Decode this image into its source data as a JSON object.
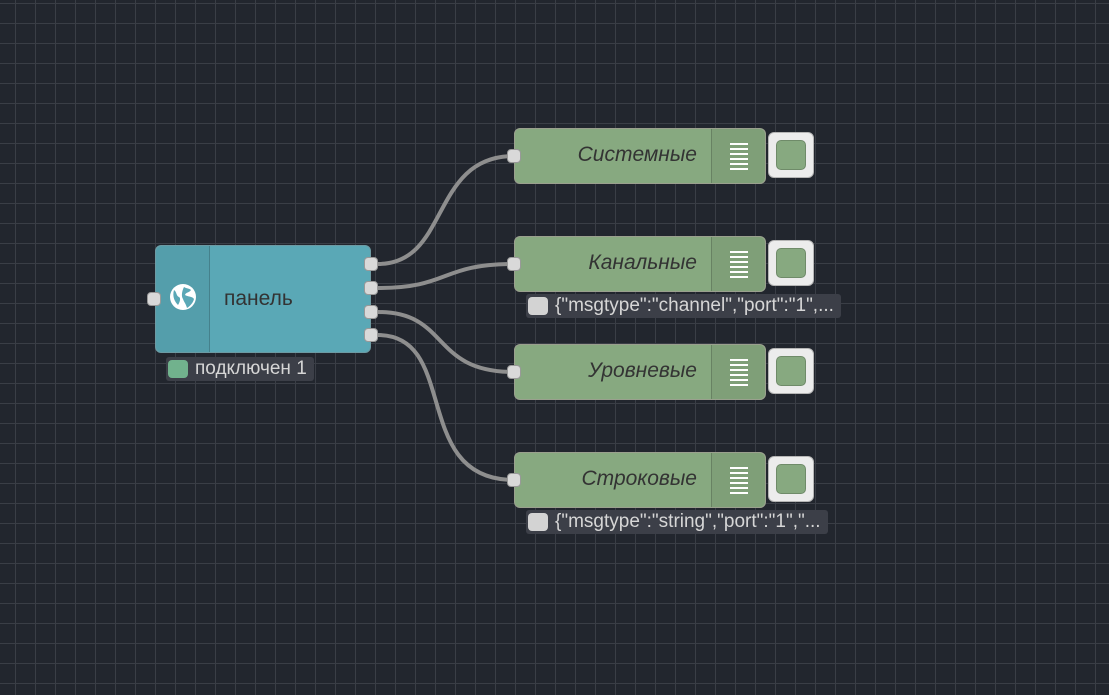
{
  "canvas": {
    "background": "#22262e",
    "grid_color": "#3a3e46"
  },
  "colors": {
    "source_node": "#5aa8b6",
    "debug_node": "#87a980",
    "wire": "#8e8e8e",
    "status_connected": "#71b28d",
    "status_idle": "#d3d3d3"
  },
  "source_node": {
    "label": "панель",
    "icon": "globe-icon",
    "output_count": 4,
    "status": {
      "text": "подключен 1",
      "dot": "green"
    }
  },
  "debug_nodes": [
    {
      "label": "Системные",
      "icon": "debug-list-icon",
      "toggle": "enabled",
      "status_text": ""
    },
    {
      "label": "Канальные",
      "icon": "debug-list-icon",
      "toggle": "enabled",
      "status_text": "{\"msgtype\":\"channel\",\"port\":\"1\",..."
    },
    {
      "label": "Уровневые",
      "icon": "debug-list-icon",
      "toggle": "enabled",
      "status_text": ""
    },
    {
      "label": "Строковые",
      "icon": "debug-list-icon",
      "toggle": "enabled",
      "status_text": "{\"msgtype\":\"string\",\"port\":\"1\",\"..."
    }
  ]
}
